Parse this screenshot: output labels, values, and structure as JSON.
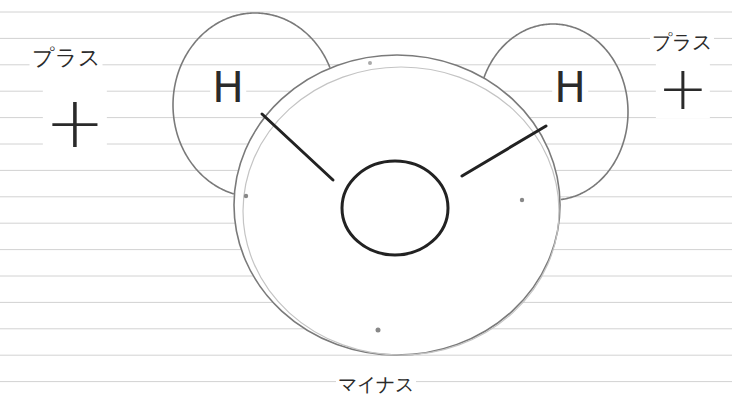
{
  "diagram": {
    "nodes": [
      {
        "text": [
          "H"
        ]
      },
      {
        "text": [
          "H"
        ]
      }
    ],
    "labels": [
      "プラス",
      "+",
      "プラス",
      "+",
      "マイナス"
    ]
  }
}
